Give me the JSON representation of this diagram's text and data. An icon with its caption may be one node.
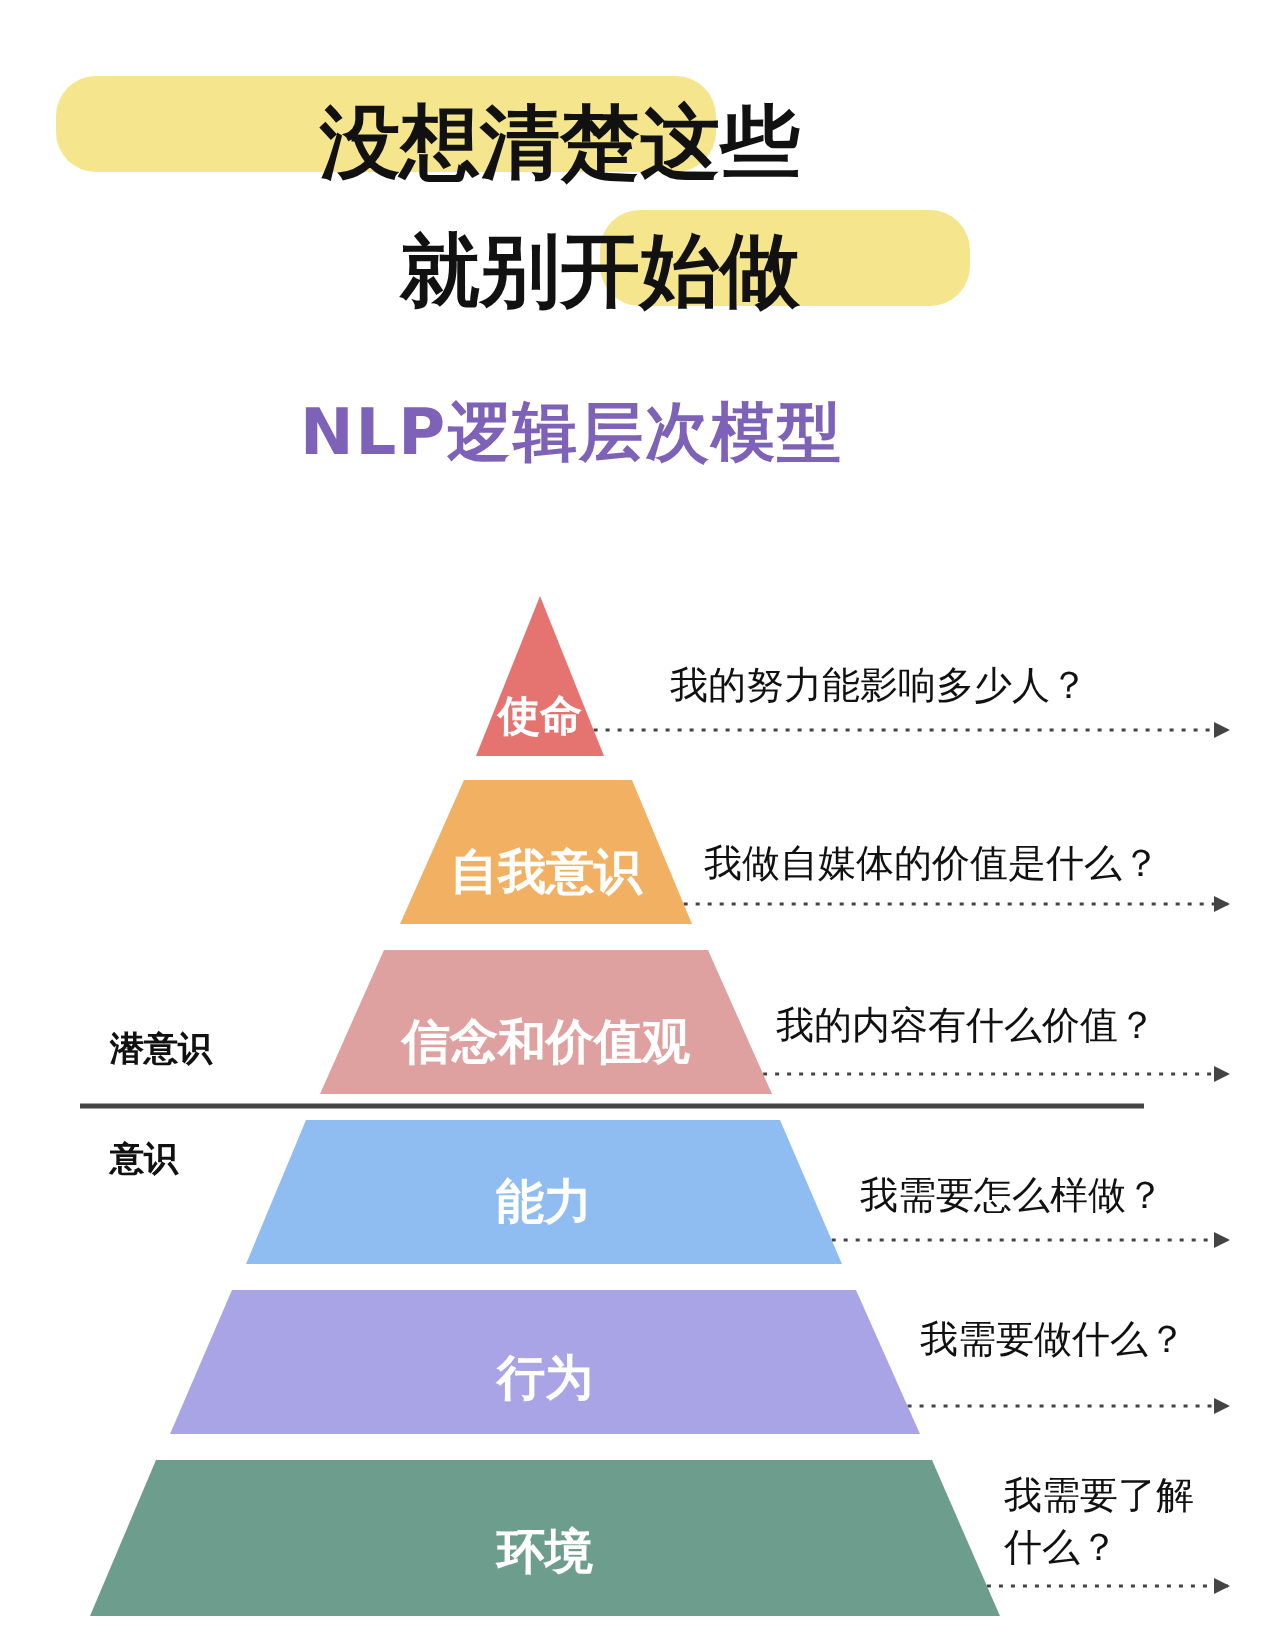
{
  "diagram": {
    "title": "没想清楚这些就别开始做",
    "nodes": [
      {
        "text": [
          "使命"
        ],
        "beside": [
          "我的努力能影响多少人？"
        ]
      },
      {
        "text": [
          "自我意识"
        ],
        "beside": [
          "我做自媒体的价值是什么？"
        ]
      },
      {
        "text": [
          "信念和价值观"
        ],
        "beside": [
          "我的内容有什么价值？"
        ]
      },
      {
        "text": [
          "能力"
        ],
        "beside": [
          "我需要怎么样做？"
        ]
      },
      {
        "text": [
          "行为"
        ],
        "beside": [
          "我需要做什么？"
        ]
      },
      {
        "text": [
          "环境"
        ],
        "beside": [
          "我需要了解什么？"
        ]
      }
    ],
    "edges": [
      {
        "from": 0,
        "to": null,
        "arrow": "to",
        "style": "dashed"
      },
      {
        "from": 1,
        "to": null,
        "arrow": "to",
        "style": "dashed"
      },
      {
        "from": 2,
        "to": null,
        "arrow": "to",
        "style": "dashed"
      },
      {
        "from": 3,
        "to": null,
        "arrow": "to",
        "style": "dashed"
      },
      {
        "from": 4,
        "to": null,
        "arrow": "to",
        "style": "dashed"
      },
      {
        "from": 5,
        "to": null,
        "arrow": "to",
        "style": "dashed"
      }
    ],
    "labels": [
      "NLP逻辑层次模型",
      "潜意识",
      "意识"
    ]
  }
}
